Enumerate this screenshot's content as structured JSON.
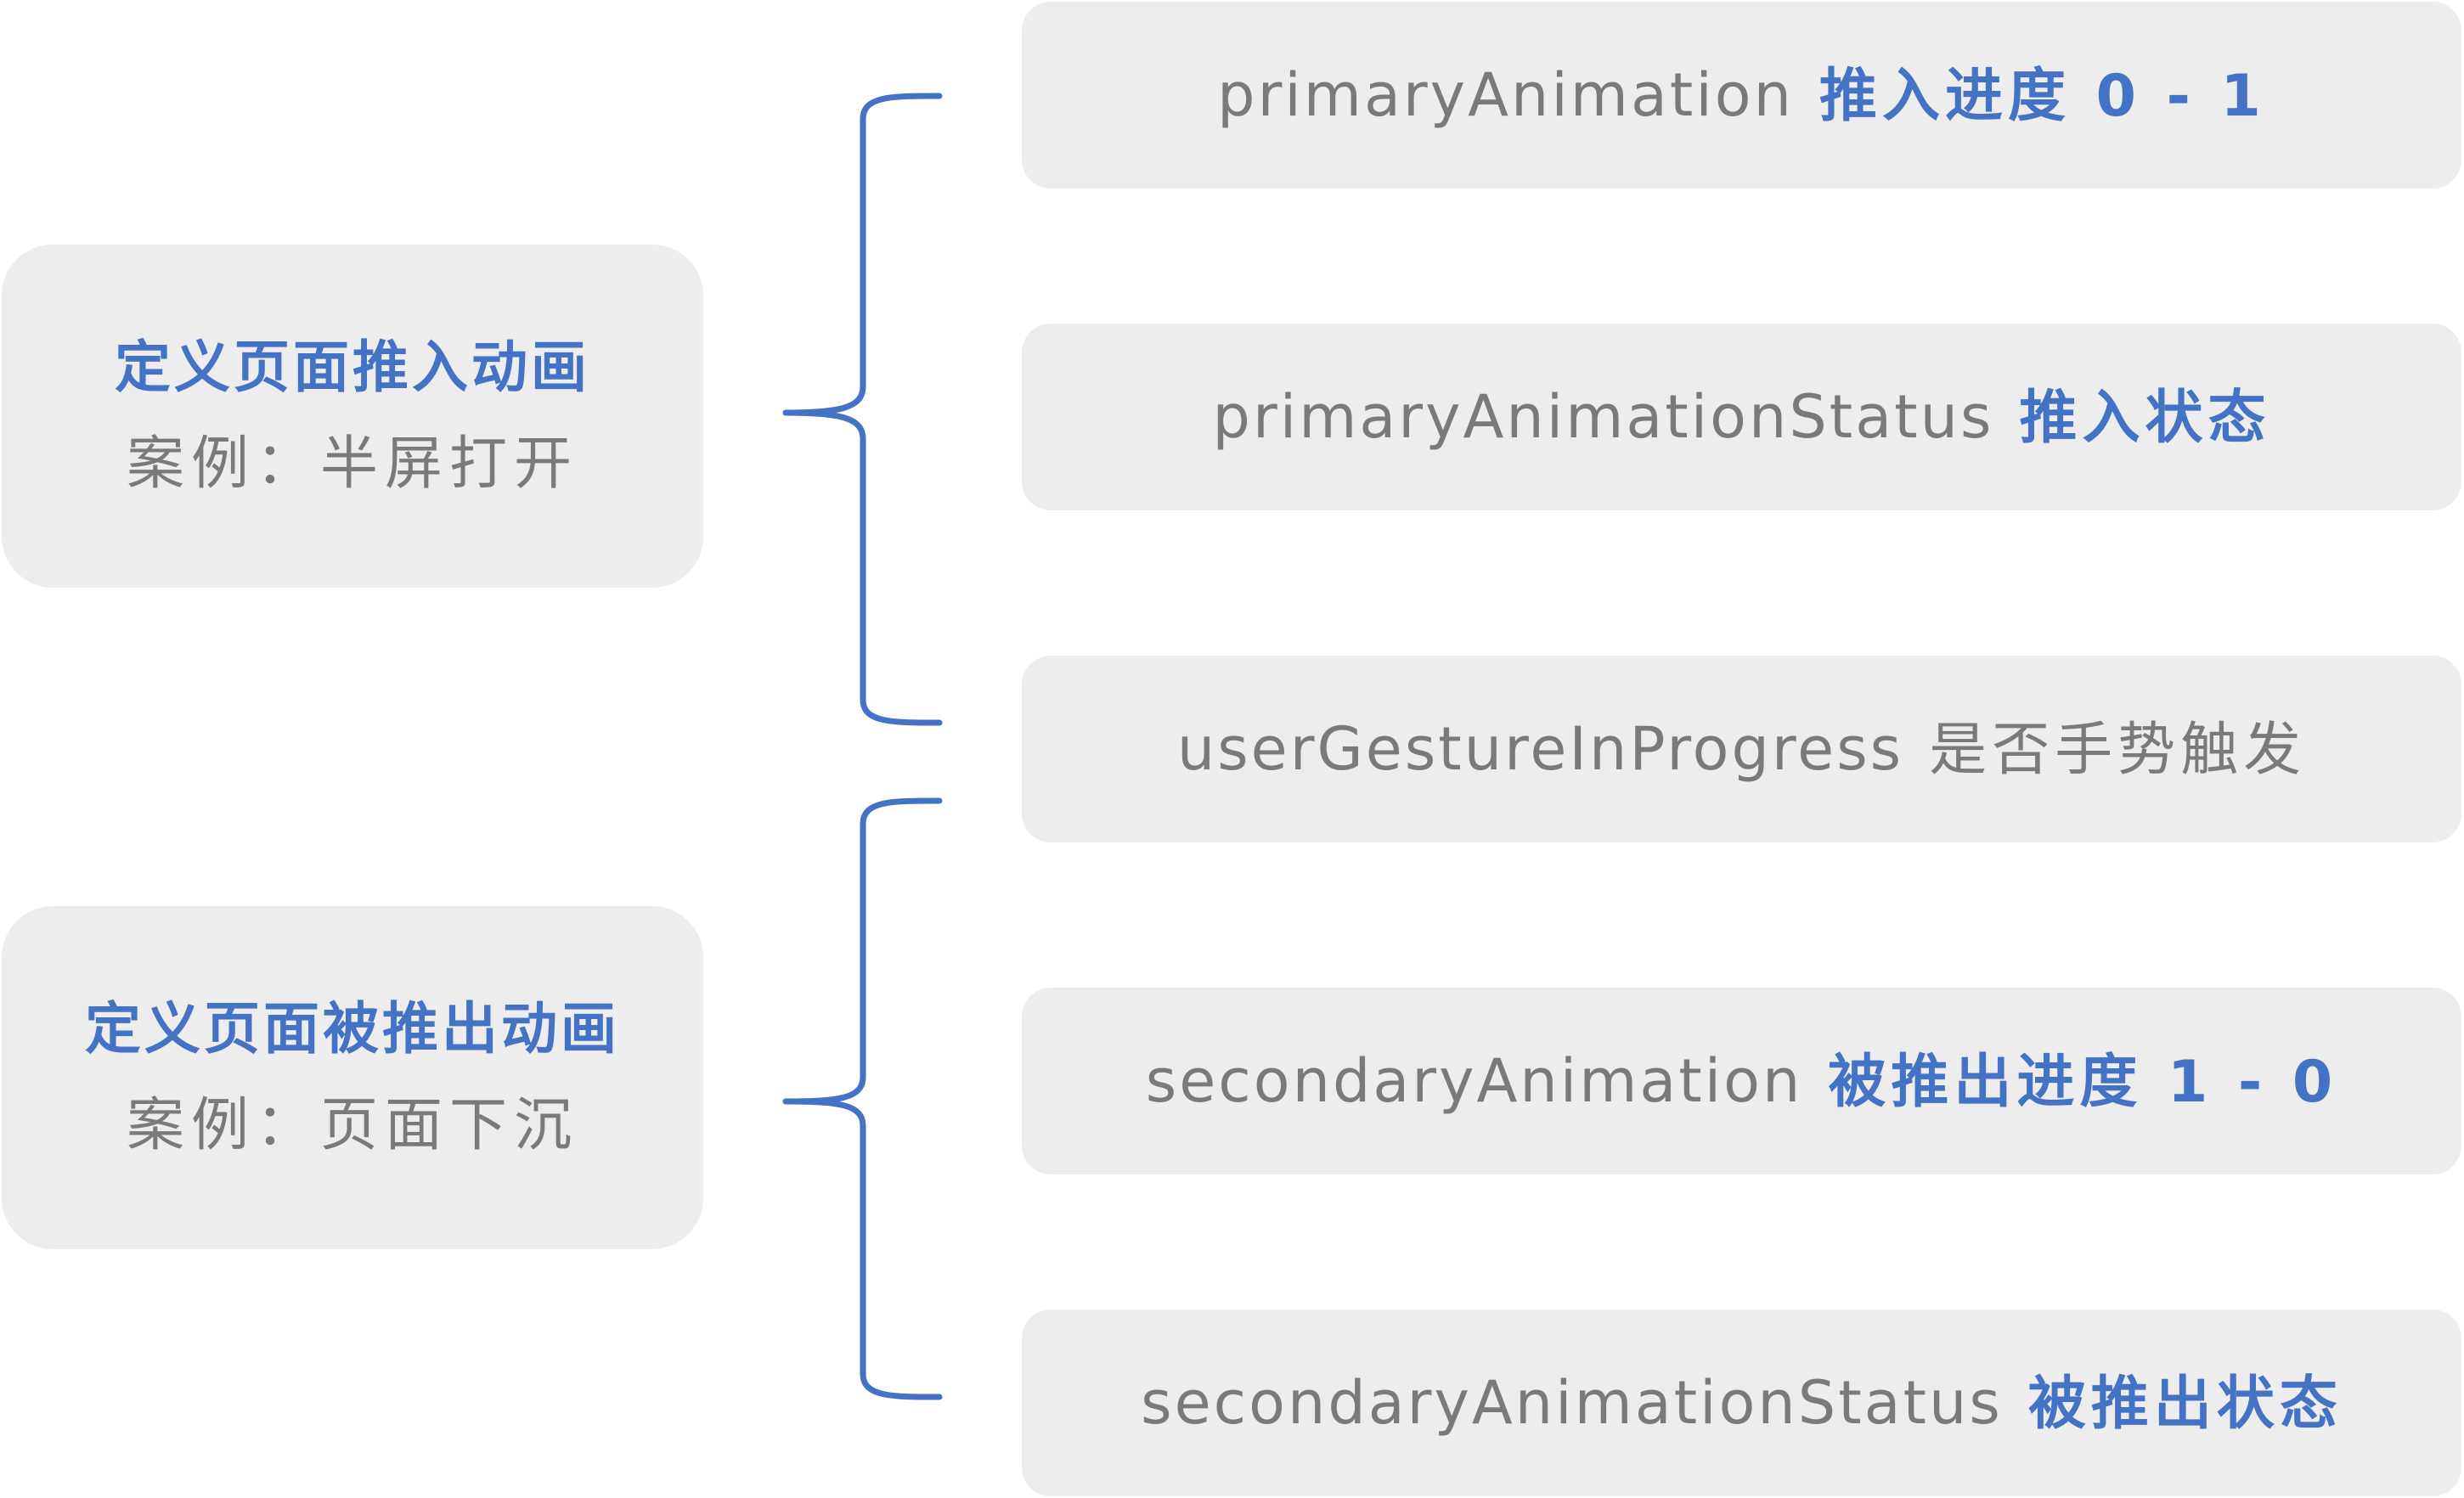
{
  "groups": [
    {
      "title": "定义页面推入动画",
      "subtitle": "案例：半屏打开"
    },
    {
      "title": "定义页面被推出动画",
      "subtitle": "案例：页面下沉"
    }
  ],
  "rows": [
    {
      "code": "primaryAnimation",
      "desc": "推入进度 0 - 1"
    },
    {
      "code": "primaryAnimationStatus",
      "desc": "推入状态"
    },
    {
      "code": "userGestureInProgress",
      "desc": "是否手势触发"
    },
    {
      "code": "secondaryAnimation",
      "desc": "被推出进度 1 - 0"
    },
    {
      "code": "secondaryAnimationStatus",
      "desc": "被推出状态"
    }
  ],
  "colors": {
    "accent": "#4472c4",
    "text_gray": "#7a7a7a",
    "box_fill": "#ededed"
  }
}
